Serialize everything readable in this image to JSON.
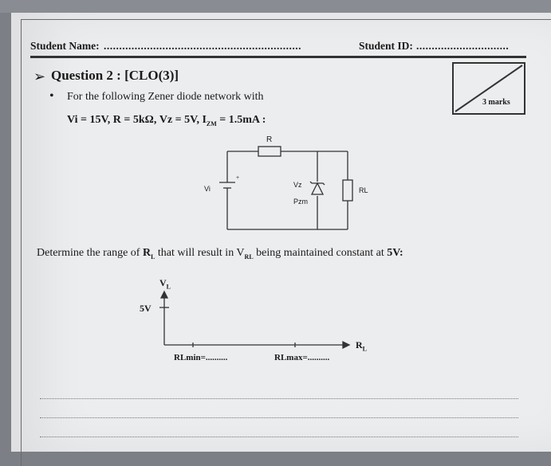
{
  "header": {
    "student_name_label": "Student Name:",
    "student_name_dots": "................................................................",
    "student_id_label": "Student ID:",
    "student_id_dots": ".............................."
  },
  "question": {
    "arrow": "➢",
    "title": "Question 2 : [CLO(3)]",
    "bullet": "•",
    "intro": "For the following Zener diode network with",
    "params": "Vi = 15V, R = 5kΩ, Vz = 5V, I",
    "params_sub": "ZM",
    "params_end": " = 1.5mA :",
    "marks": "3 marks"
  },
  "circuit": {
    "r_label": "R",
    "vi_label": "Vi",
    "vz_label": "Vz",
    "pzm_label": "Pzm",
    "rl_label": "RL"
  },
  "determine": {
    "prefix": "Determine the range of ",
    "rl": "R",
    "rl_sub": "L",
    "middle": " that will result in V",
    "vrl_sub": "RL",
    "suffix": " being maintained constant at ",
    "value": "5V:"
  },
  "graph": {
    "y_axis_label": "V",
    "y_axis_sub": "L",
    "y_tick": "5V",
    "x_axis_label": "R",
    "x_axis_sub": "L",
    "rl_min": "RLmin=..........",
    "rl_max": "RLmax=.........."
  }
}
